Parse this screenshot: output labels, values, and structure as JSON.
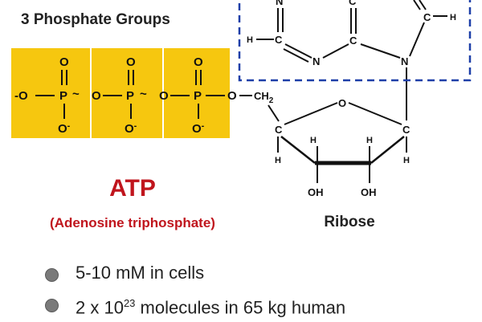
{
  "heading": "3 Phosphate Groups",
  "atp": {
    "title": "ATP",
    "subtitle": "(Adenosine triphosphate)"
  },
  "ribose_label": "Ribose",
  "bullets": [
    {
      "text": "5-10 mM in cells"
    },
    {
      "prefix": "2 x 10",
      "superscript": "23",
      "suffix": " molecules in 65 kg human"
    }
  ],
  "atoms": {
    "oxygen": "O",
    "oxygen_anion": "O",
    "negative_charge": "-",
    "phosphorus": "P",
    "carbon": "C",
    "nitrogen": "N",
    "hydrogen": "H",
    "hydroxyl": "OH",
    "methylene": "CH",
    "methylene_subscript": "2",
    "tilde_bond": "~"
  },
  "colors": {
    "phosphate_box": "#f6c70f",
    "atp_red": "#c0151d",
    "highlight_dash": "#1d3fa8",
    "bullet": "#7a7a7a"
  }
}
